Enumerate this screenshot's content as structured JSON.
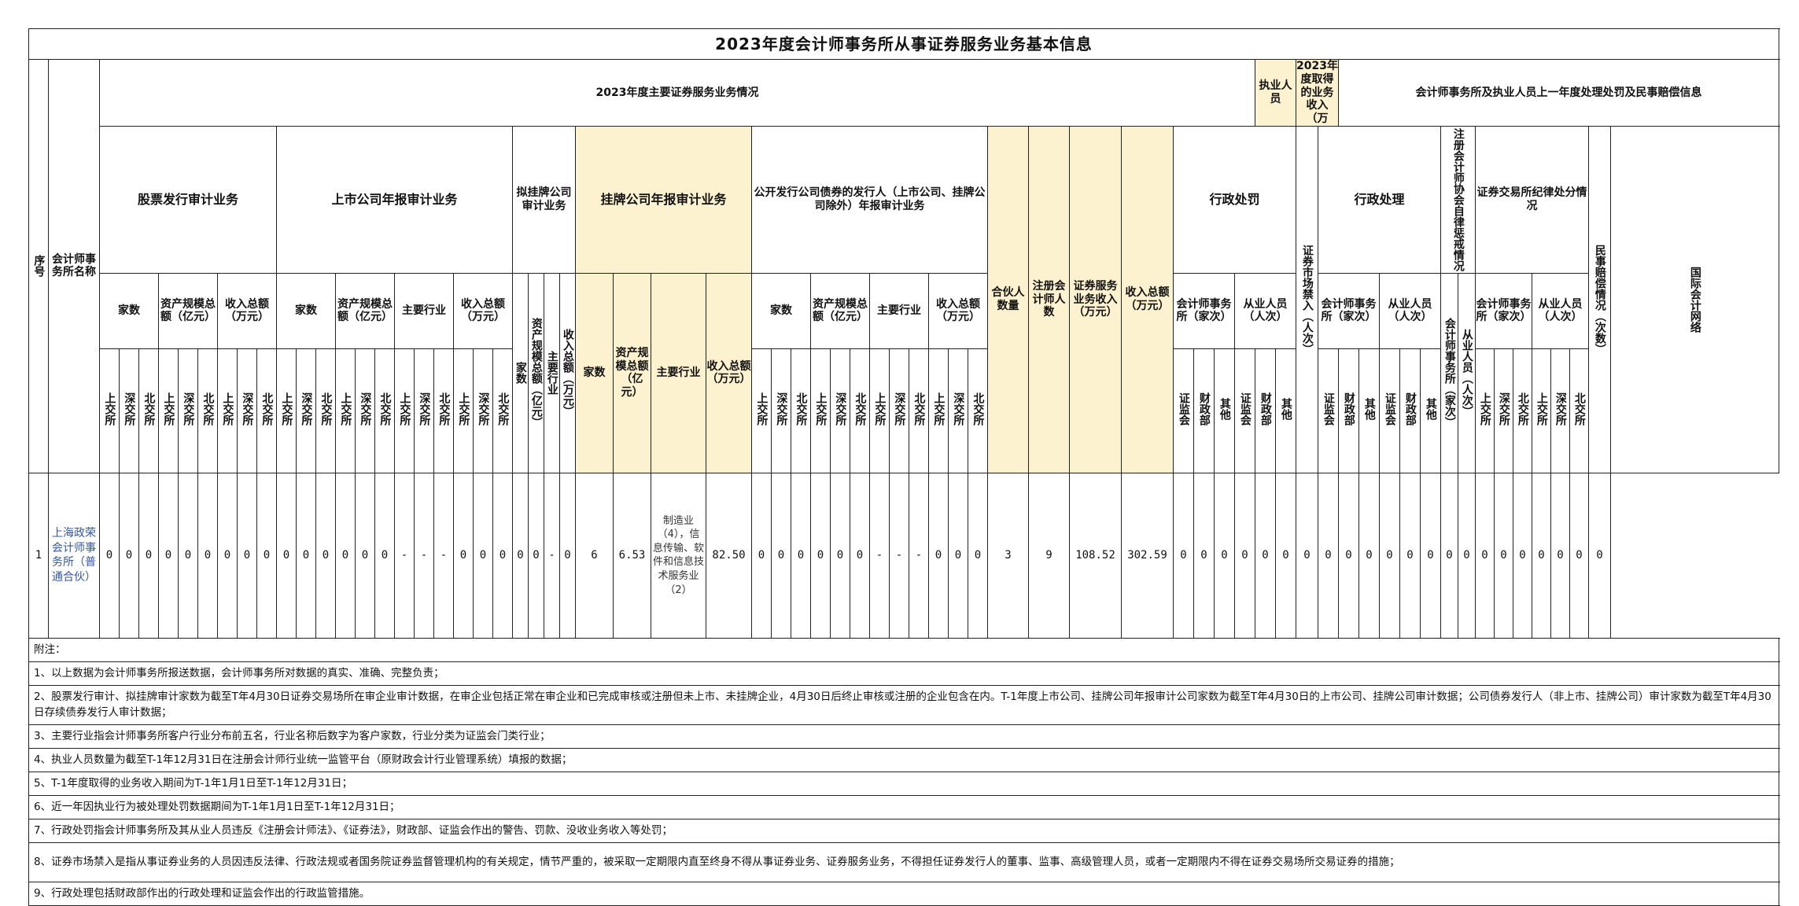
{
  "title": "2023年度会计师事务所从事证券服务业务基本信息",
  "headers": {
    "seq": "序号",
    "firm": "会计师事务所名称",
    "main_services": "2023年度主要证券服务业务情况",
    "practitioners": "执业人员",
    "income_group": "2023年度取得的业务收入（万",
    "penalty_group": "会计师事务所及执业人员上一年度处理处罚及民事赔偿信息",
    "stock_issue": "股票发行审计业务",
    "listed_annual": "上市公司年报审计业务",
    "to_list": "拟挂牌公司审计业务",
    "listed_nq": "挂牌公司年报审计业务",
    "bond_issuer": "公开发行公司债券的发行人（上市公司、挂牌公司除外）年报审计业务",
    "partners": "合伙人数量",
    "cpas": "注册会计师人数",
    "admin_penalty": "行政处罚",
    "market_ban": "证券市场禁入（人次）",
    "admin_treat": "行政处理",
    "cicpa_discipline": "注册会计师协会自律惩戒情况",
    "exchange_discipline": "证券交易所纪律处分情况",
    "civil_comp": "民事赔偿情况（次数）",
    "intl_network": "国际会计网络",
    "count": "家数",
    "assets": "资产规模总额（亿元）",
    "industry": "主要行业",
    "revenue": "收入总额（万元）",
    "assets_v": "资产规模总额（亿元）",
    "industry_v": "主要行业",
    "revenue_v": "收入总额（万元）",
    "assets_nq": "资产规模总额（亿元）",
    "revenue_nq": "收入总额（万元）",
    "sec_income": "证券服务业务收入（万元）",
    "total_income": "收入总额（万元）",
    "firm_times": "会计师事务所（家次）",
    "person_times": "从业人员（人次）",
    "firm_times_v": "会计师事务所（家次）",
    "person_times_v": "从业人员（人次）",
    "sse": "上交所",
    "szse": "深交所",
    "bse": "北交所",
    "csrc": "证监会",
    "mof": "财政部",
    "other": "其他"
  },
  "row": {
    "seq": "1",
    "firm": "上海政荣会计师事务所（普通合伙）",
    "stock_vals": [
      "0",
      "0",
      "0",
      "0",
      "0",
      "0",
      "0",
      "0",
      "0"
    ],
    "listed_vals": [
      "0",
      "0",
      "0",
      "0",
      "0",
      "0",
      "-",
      "-",
      "-",
      "0",
      "0",
      "0"
    ],
    "to_list_vals": [
      "0",
      "0",
      "-",
      "0"
    ],
    "nq_count": "6",
    "nq_assets": "6.53",
    "nq_industry": "制造业（4），信息传输、软件和信息技术服务业（2）",
    "nq_revenue": "82.50",
    "bond_vals": [
      "0",
      "0",
      "0",
      "0",
      "0",
      "0",
      "-",
      "-",
      "-",
      "0",
      "0",
      "0"
    ],
    "partners": "3",
    "cpas": "9",
    "sec_income": "108.52",
    "total_income": "302.59",
    "penalty_vals": [
      "0",
      "0",
      "0",
      "0",
      "0",
      "0",
      "0",
      "0",
      "0",
      "0",
      "0",
      "0",
      "0",
      "0",
      "0",
      "0",
      "0",
      "0",
      "0",
      "0",
      "0",
      "0"
    ]
  },
  "notes": [
    "附注：",
    "1、以上数据为会计师事务所报送数据，会计师事务所对数据的真实、准确、完整负责；",
    "2、股票发行审计、拟挂牌审计家数为截至T年4月30日证券交易场所在审企业审计数据，在审企业包括正常在审企业和已完成审核或注册但未上市、未挂牌企业，4月30日后终止审核或注册的企业包含在内。T-1年度上市公司、挂牌公司年报审计公司家数为截至T年4月30日的上市公司、挂牌公司审计数据；公司债券发行人（非上市、挂牌公司）审计家数为截至T年4月30日存续债券发行人审计数据；",
    "3、主要行业指会计师事务所客户行业分布前五名，行业名称后数字为客户家数，行业分类为证监会门类行业；",
    "4、执业人员数量为截至T-1年12月31日在注册会计师行业统一监管平台（原财政会计行业管理系统）填报的数据；",
    "5、T-1年度取得的业务收入期间为T-1年1月1日至T-1年12月31日；",
    "6、近一年因执业行为被处理处罚数据期间为T-1年1月1日至T-1年12月31日；",
    "7、行政处罚指会计师事务所及其从业人员违反《注册会计师法》、《证券法》，财政部、证监会作出的警告、罚款、没收业务收入等处罚；",
    "8、证券市场禁入是指从事证券业务的人员因违反法律、行政法规或者国务院证券监督管理机构的有关规定，情节严重的，被采取一定期限内直至终身不得从事证券业务、证券服务业务，不得担任证券发行人的董事、监事、高级管理人员，或者一定期限内不得在证券交易场所交易证券的措施；",
    "9、行政处理包括财政部作出的行政处理和证监会作出的行政监管措施。"
  ]
}
